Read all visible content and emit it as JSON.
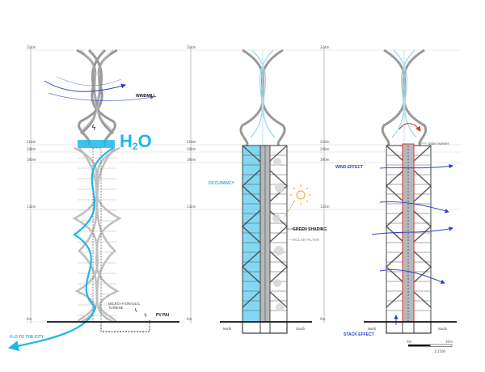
{
  "levels": [
    "324m",
    "218m",
    "208m",
    "190m",
    "132m",
    "0m"
  ],
  "panel1": {
    "windmill": "WINDMILL",
    "h2o": "H",
    "h2o_sub": "2",
    "h2o_o": "O",
    "micro_hydraulic_1": "MICRO HYDRAULIC",
    "micro_hydraulic_2": "TURBINE",
    "pv": "PV PAI",
    "h2o_city": "H₂O TO THE CITY"
  },
  "panel2": {
    "occupancy": "OCCUPANCY",
    "green_shading": "GREEN SHADING",
    "solar_filter": "SOLAR FILTER",
    "north": "North",
    "south": "South"
  },
  "panel3": {
    "solar_receiver": "solar receiver",
    "wind_effect": "WIND EFFECT",
    "stack_effect": "STACK EFFECT",
    "north": "North",
    "south": "South",
    "scale_0": "0m",
    "scale_30": "30m",
    "scale_ratio": "1:1500"
  },
  "colors": {
    "cyan": "#1fb6e8",
    "wind_blue": "#2b3fc2",
    "solar_orange": "#f39a1e",
    "red": "#d9362b"
  }
}
